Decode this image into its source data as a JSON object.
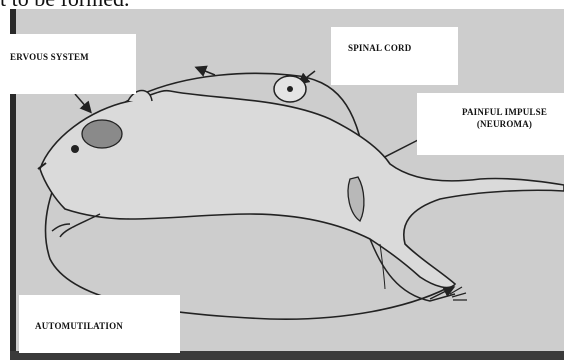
{
  "caption": {
    "top_text": "t to be formed."
  },
  "labels": {
    "nervous_system": "ERVOUS SYSTEM",
    "spinal_cord": "SPINAL CORD",
    "painful_impulse_line1": "PAINFUL IMPULSE",
    "painful_impulse_line2": "(NEUROMA)",
    "automutilation": "AUTOMUTILATION"
  }
}
